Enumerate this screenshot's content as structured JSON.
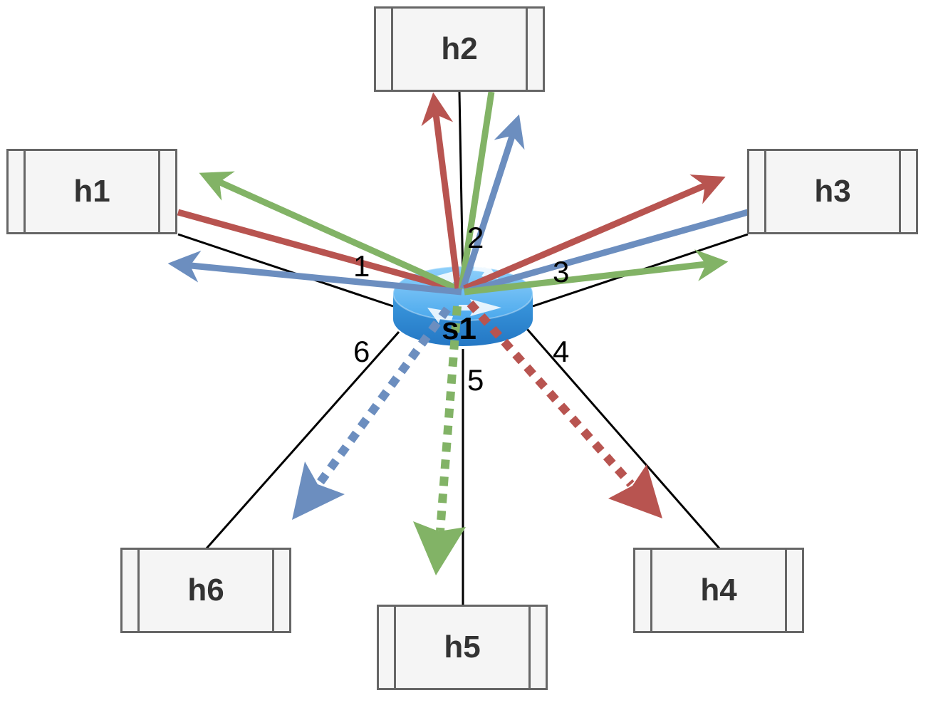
{
  "colors": {
    "red": "#b85450",
    "green": "#82b366",
    "blue": "#6c8ebf",
    "link": "#000000",
    "host_fill": "#f5f5f5",
    "host_border": "#666666",
    "switch": "#3c9be0"
  },
  "switch": {
    "label": "s1",
    "icon": "network-switch-icon"
  },
  "hosts": {
    "h1": "h1",
    "h2": "h2",
    "h3": "h3",
    "h4": "h4",
    "h5": "h5",
    "h6": "h6"
  },
  "ports": {
    "p1": "1",
    "p2": "2",
    "p3": "3",
    "p4": "4",
    "p5": "5",
    "p6": "6"
  }
}
